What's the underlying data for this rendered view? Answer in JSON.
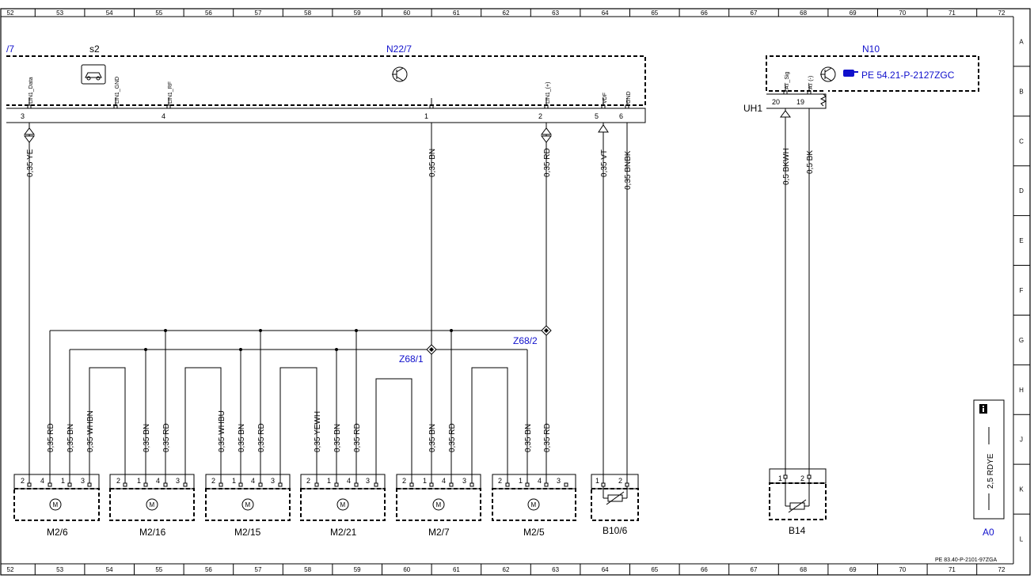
{
  "frame": {
    "columns": [
      "52",
      "53",
      "54",
      "55",
      "56",
      "57",
      "58",
      "59",
      "60",
      "61",
      "62",
      "63",
      "64",
      "65",
      "66",
      "67",
      "68",
      "69",
      "70",
      "71",
      "72"
    ],
    "rows": [
      "A",
      "B",
      "C",
      "D",
      "E",
      "F",
      "G",
      "H",
      "J",
      "K",
      "L"
    ]
  },
  "modules": {
    "left_cut": "/7",
    "s2": "s2",
    "n22_7": "N22/7",
    "n22_signals": [
      "LIN1_Data",
      "LIN1_GND",
      "LIN1_RF",
      "LIN1_(+)",
      "VDF",
      "GND"
    ],
    "n22_pins": [
      "3",
      "4",
      "1",
      "2",
      "5",
      "6"
    ],
    "n10": "N10",
    "n10_ref": "PE 54.21-P-2127ZGC",
    "n10_signals": [
      "AT_Sig",
      "AT (-)"
    ],
    "n10_pins": [
      "20",
      "19"
    ],
    "uh1": "UH1"
  },
  "wires": {
    "top": [
      "0,35 YE",
      "0,35 BN",
      "0,35 RD",
      "0,35 VT",
      "0,35 BNBK",
      "0,5 BKWH",
      "0,5 BK"
    ],
    "motors": [
      [
        "0,35 RD",
        "0,35 BN",
        "0,35 WHBN"
      ],
      [
        "0,35 BN",
        "0,35 RD"
      ],
      [
        "0,35 WHBU",
        "0,35 BN",
        "0,35 RD"
      ],
      [
        "0,35 YEWH",
        "0,35 BN",
        "0,35 RD"
      ],
      [
        "0,35 BN",
        "0,35 RD"
      ],
      [
        "0,35 BN",
        "0,35 RD"
      ]
    ]
  },
  "junctions": [
    "Z68/2",
    "Z68/1"
  ],
  "connectors": {
    "motors": [
      {
        "name": "M2/6",
        "pins": [
          "2",
          "4",
          "1",
          "3"
        ]
      },
      {
        "name": "M2/16",
        "pins": [
          "2",
          "1",
          "4",
          "3"
        ]
      },
      {
        "name": "M2/15",
        "pins": [
          "2",
          "1",
          "4",
          "3"
        ]
      },
      {
        "name": "M2/21",
        "pins": [
          "2",
          "1",
          "4",
          "3"
        ]
      },
      {
        "name": "M2/7",
        "pins": [
          "2",
          "1",
          "4",
          "3"
        ]
      },
      {
        "name": "M2/5",
        "pins": [
          "2",
          "1",
          "4",
          "3"
        ]
      }
    ],
    "b10_6": {
      "name": "B10/6",
      "pins": [
        "1",
        "2"
      ]
    },
    "b14": {
      "name": "B14",
      "pins": [
        "1",
        "2"
      ]
    }
  },
  "legend": {
    "wire": "2,5 RDYE",
    "label": "A0"
  },
  "doc_ref": "PE 83.40-P-2101-97ZGA",
  "colors": {
    "line": "#000000",
    "label_blue": "#1010cc",
    "background": "#ffffff"
  }
}
